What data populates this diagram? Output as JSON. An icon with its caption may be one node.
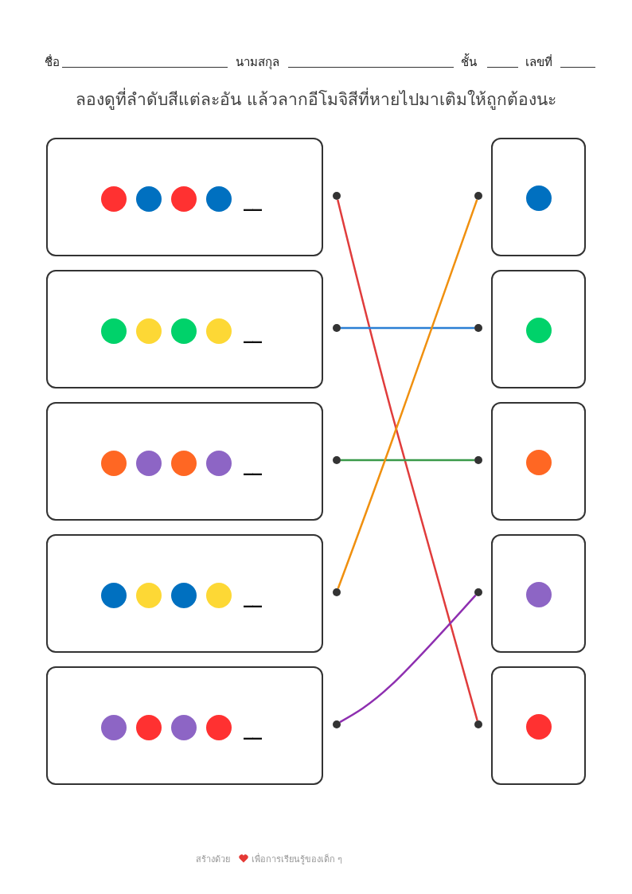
{
  "diagram": {
    "title": "ลองดูที่ลำดับสีแต่ละอัน แล้วลากอีโมจิสีที่หายไปมาเติมให้ถูกต้องนะ",
    "nodes": [
      {
        "text": [
          "__"
        ]
      },
      {
        "text": [
          "__"
        ]
      },
      {
        "text": [
          "__"
        ]
      },
      {
        "text": [
          "__"
        ]
      },
      {
        "text": [
          "__"
        ]
      },
      {
        "text": [],
        "shape": "box"
      },
      {
        "text": [],
        "shape": "box"
      },
      {
        "text": [],
        "shape": "box"
      },
      {
        "text": [],
        "shape": "box"
      },
      {
        "text": [],
        "shape": "box"
      },
      {
        "text": [],
        "shape": "circle"
      },
      {
        "text": [],
        "shape": "circle"
      },
      {
        "text": [],
        "shape": "circle"
      },
      {
        "text": [],
        "shape": "circle"
      },
      {
        "text": [],
        "shape": "circle"
      },
      {
        "text": [],
        "shape": "circle"
      },
      {
        "text": [],
        "shape": "circle"
      },
      {
        "text": [],
        "shape": "circle"
      },
      {
        "text": [],
        "shape": "circle"
      },
      {
        "text": [],
        "shape": "circle"
      }
    ],
    "edges": [
      {
        "from": 10,
        "to": 19,
        "arrow": "none",
        "color": "#e03c3c"
      },
      {
        "from": 11,
        "to": 16,
        "arrow": "none",
        "color": "#2a7fd4"
      },
      {
        "from": 12,
        "to": 17,
        "arrow": "none",
        "color": "#3a9a4a"
      },
      {
        "from": 13,
        "to": 15,
        "arrow": "none",
        "color": "#f0900f"
      },
      {
        "from": 14,
        "to": 18,
        "arrow": "none",
        "color": "#8e2fb0"
      }
    ],
    "labels": [
      "ชื่อ",
      "นามสกุล",
      "ชั้น",
      "เลขที่",
      "สร้างด้วย",
      "เพื่อการเรียนรู้ของเด็ก ๆ"
    ]
  }
}
